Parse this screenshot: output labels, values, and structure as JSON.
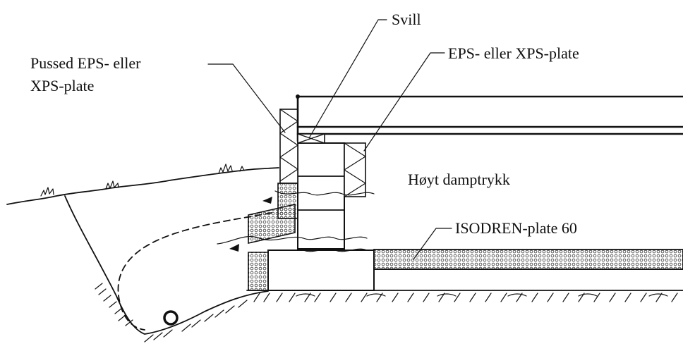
{
  "labels": {
    "svill": "Svill",
    "pussed_line1": "Pussed EPS- eller",
    "pussed_line2": "XPS-plate",
    "eps_xps": "EPS- eller XPS-plate",
    "hoyt_damptrykk": "Høyt damptrykk",
    "isodren": "ISODREN-plate 60"
  }
}
